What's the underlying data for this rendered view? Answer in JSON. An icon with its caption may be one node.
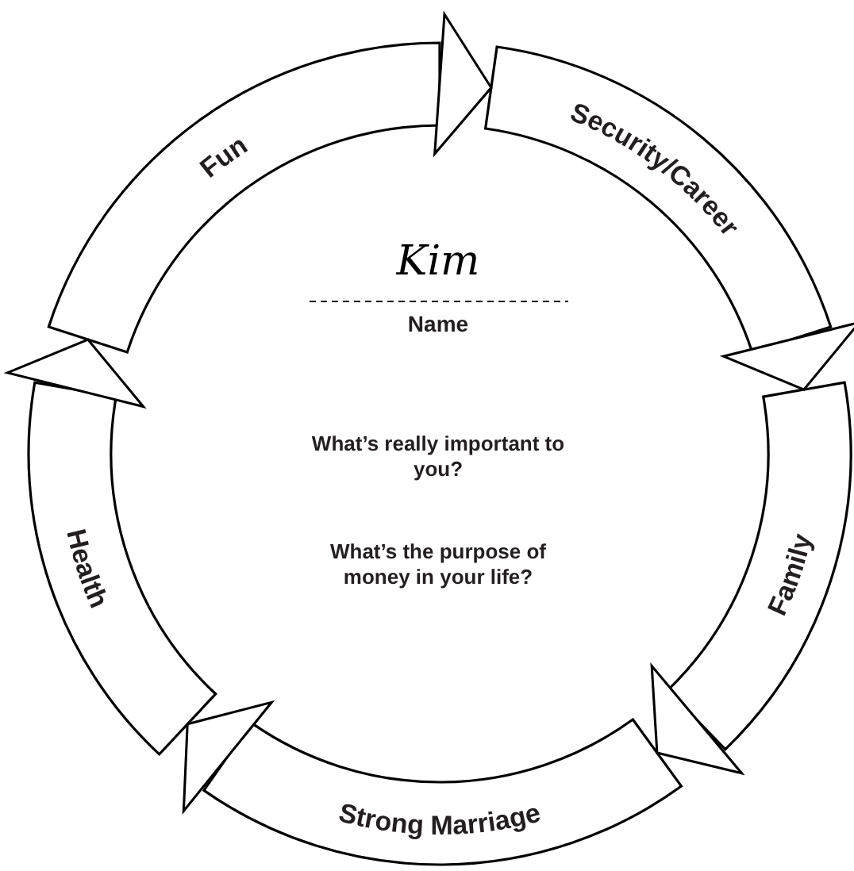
{
  "diagram": {
    "nodes": [
      {
        "text": [
          "Fun"
        ]
      },
      {
        "text": [
          "Security/Career"
        ]
      },
      {
        "text": [
          "Family"
        ]
      },
      {
        "text": [
          "Strong Marriage"
        ]
      },
      {
        "text": [
          "Health"
        ]
      }
    ],
    "edges": [
      {
        "from": 0,
        "to": 1,
        "arrow": "to"
      },
      {
        "from": 1,
        "to": 2,
        "arrow": "to"
      },
      {
        "from": 2,
        "to": 3,
        "arrow": "to"
      },
      {
        "from": 3,
        "to": 4,
        "arrow": "to"
      },
      {
        "from": 4,
        "to": 0,
        "arrow": "to"
      }
    ],
    "labels": [
      "Kim",
      "Name",
      "What’s really important to you?",
      "What’s the purpose of money in your life?"
    ]
  }
}
